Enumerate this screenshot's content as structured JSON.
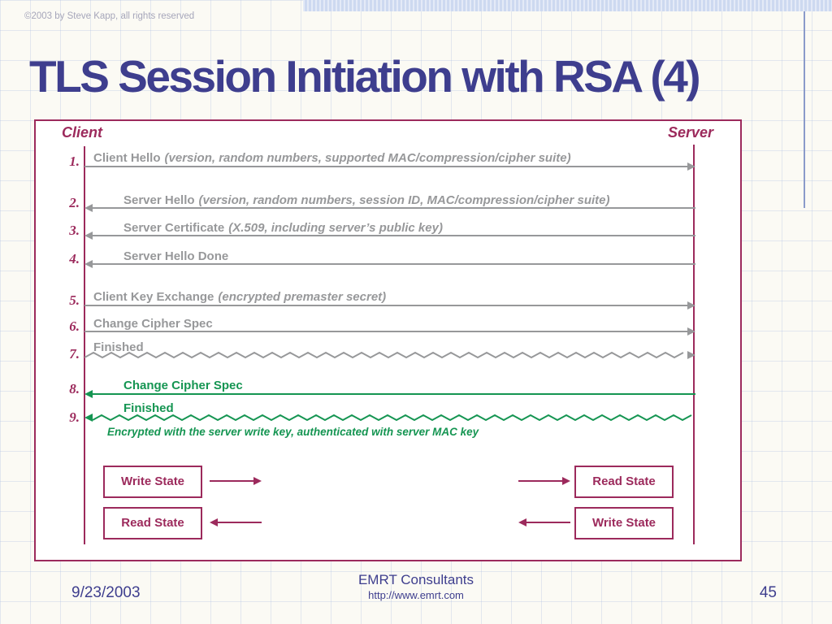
{
  "slide": {
    "copyright": "©2003 by Steve Kapp, all rights reserved",
    "title": "TLS Session Initiation with RSA (4)",
    "footer": {
      "date": "9/23/2003",
      "company": "EMRT Consultants",
      "url": "http://www.emrt.com",
      "page_number": "45"
    }
  },
  "diagram": {
    "client_label": "Client",
    "server_label": "Server",
    "messages": [
      {
        "num": "1.",
        "label": "Client Hello",
        "detail": "(version, random numbers, supported MAC/compression/cipher suite)",
        "direction": "right",
        "line": "solid",
        "color": "gray"
      },
      {
        "num": "2.",
        "label": "Server Hello",
        "detail": "(version, random numbers, session ID, MAC/compression/cipher suite)",
        "direction": "left",
        "line": "solid",
        "color": "gray"
      },
      {
        "num": "3.",
        "label": "Server Certificate",
        "detail": "(X.509, including server’s public key)",
        "direction": "left",
        "line": "solid",
        "color": "gray"
      },
      {
        "num": "4.",
        "label": "Server Hello Done",
        "detail": "",
        "direction": "left",
        "line": "solid",
        "color": "gray"
      },
      {
        "num": "5.",
        "label": "Client Key Exchange",
        "detail": "(encrypted premaster secret)",
        "direction": "right",
        "line": "solid",
        "color": "gray"
      },
      {
        "num": "6.",
        "label": "Change Cipher Spec",
        "detail": "",
        "direction": "right",
        "line": "solid",
        "color": "gray"
      },
      {
        "num": "7.",
        "label": "Finished",
        "detail": "",
        "direction": "right",
        "line": "zigzag",
        "color": "gray"
      },
      {
        "num": "8.",
        "label": "Change Cipher Spec",
        "detail": "",
        "direction": "left",
        "line": "solid",
        "color": "green"
      },
      {
        "num": "9.",
        "label": "Finished",
        "detail": "",
        "direction": "left",
        "line": "zigzag",
        "color": "green"
      }
    ],
    "caption": "Encrypted with the server write key, authenticated with server MAC key",
    "state_flow": {
      "client_side": [
        {
          "box": "Write State",
          "arrow": "right"
        },
        {
          "box": "Read State",
          "arrow": "left"
        }
      ],
      "server_side": [
        {
          "box": "Read State",
          "arrow": "right"
        },
        {
          "box": "Write State",
          "arrow": "left"
        }
      ]
    }
  },
  "colors": {
    "maroon": "#9c2a5c",
    "gray": "#97989a",
    "green": "#159552",
    "navy": "#3e3e8e",
    "band_blue": "#cdd9f0"
  }
}
